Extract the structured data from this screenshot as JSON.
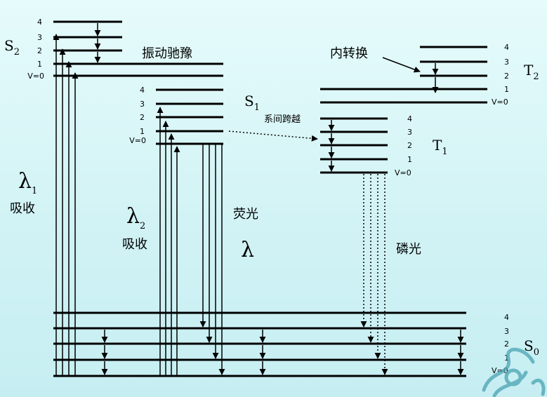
{
  "ground_state": {
    "symbol": "S",
    "subscript": "0",
    "levels": [
      "4",
      "3",
      "2",
      "1",
      "V=0"
    ]
  },
  "s1_state": {
    "symbol": "S",
    "subscript": "1",
    "levels": [
      "4",
      "3",
      "2",
      "1",
      "V=0"
    ]
  },
  "s2_state": {
    "symbol": "S",
    "subscript": "2",
    "levels": [
      "4",
      "3",
      "2",
      "1",
      "V=0"
    ]
  },
  "t1_state": {
    "symbol": "T",
    "subscript": "1",
    "levels": [
      "4",
      "3",
      "2",
      "1",
      "V=0"
    ]
  },
  "t2_state": {
    "symbol": "T",
    "subscript": "2",
    "levels": [
      "4",
      "3",
      "2",
      "1",
      "V=0"
    ]
  },
  "labels": {
    "vibrational_relaxation": "振动驰豫",
    "internal_conversion": "内转换",
    "intersystem_crossing": "系间跨越",
    "fluorescence": "荧光",
    "phosphorescence": "磷光",
    "absorption_1": "吸收",
    "absorption_2": "吸收",
    "lambda_symbol": "λ",
    "lambda_1_sub": "1",
    "lambda_2_sub": "2"
  },
  "colors": {
    "line": "#000000",
    "background": "#d2f3f5",
    "decor": "#4aa3b3"
  }
}
